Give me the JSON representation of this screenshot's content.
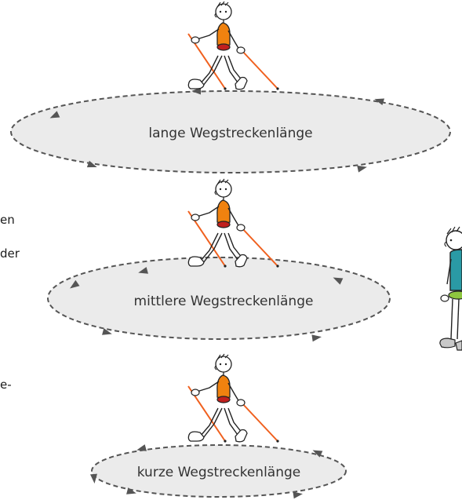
{
  "loops": [
    {
      "label": "lange Wegstreckenlänge"
    },
    {
      "label": "mittlere Wegstreckenlänge"
    },
    {
      "label": "kurze Wegstreckenlänge"
    }
  ],
  "side_fragments": [
    "en",
    "der",
    "e-"
  ],
  "colors": {
    "ellipse_fill": "#ebebeb",
    "ellipse_stroke": "#555555",
    "walker_torso": "#f0820f",
    "walker_belt": "#c0201e",
    "poles": "#f0601e",
    "standing_torso": "#2a9aa5",
    "standing_belt": "#8ec63f",
    "shoes": "#c8c8c8"
  },
  "icons": [
    "nordic-walker-figure",
    "standing-person-figure",
    "direction-arrow-icon"
  ]
}
